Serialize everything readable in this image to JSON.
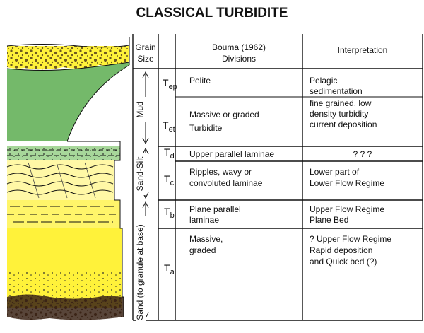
{
  "title": "CLASSICAL TURBIDITE",
  "colors": {
    "sand": "#fff23a",
    "sand_light": "#fff8a6",
    "mud": "#74b96a",
    "mud_light": "#a7d79a",
    "gravel": "#3b2416",
    "line": "#111111"
  },
  "headers": {
    "grain_size_line1": "Grain",
    "grain_size_line2": "Size",
    "divisions_line1": "Bouma (1962)",
    "divisions_line2": "Divisions",
    "interpretation": "Interpretation"
  },
  "grain_labels": {
    "mud": "Mud",
    "sand_silt": "Sand-Silt",
    "sand_granule": "Sand (to granule at base)"
  },
  "rows": [
    {
      "sym": "T",
      "sub": "ep",
      "divisions": [
        "Pelite"
      ],
      "interpretation": [
        "Pelagic",
        "sedimentation"
      ]
    },
    {
      "sym": "T",
      "sub": "et",
      "divisions": [
        "Massive or graded",
        "Turbidite"
      ],
      "interpretation": [
        "fine grained, low",
        "density turbidity",
        "current deposition"
      ]
    },
    {
      "sym": "T",
      "sub": "d",
      "divisions": [
        "Upper parallel laminae"
      ],
      "interpretation": [
        "?  ?  ?"
      ]
    },
    {
      "sym": "T",
      "sub": "c",
      "divisions": [
        "Ripples, wavy or",
        "convoluted laminae"
      ],
      "interpretation": [
        "Lower part of",
        "Lower Flow Regime"
      ]
    },
    {
      "sym": "T",
      "sub": "b",
      "divisions": [
        "Plane parallel",
        "laminae"
      ],
      "interpretation": [
        "Upper Flow Regime",
        "Plane Bed"
      ]
    },
    {
      "sym": "T",
      "sub": "a",
      "divisions": [
        "Massive,",
        "graded"
      ],
      "interpretation": [
        "? Upper Flow Regime",
        "Rapid deposition",
        "and Quick bed (?)"
      ]
    }
  ]
}
